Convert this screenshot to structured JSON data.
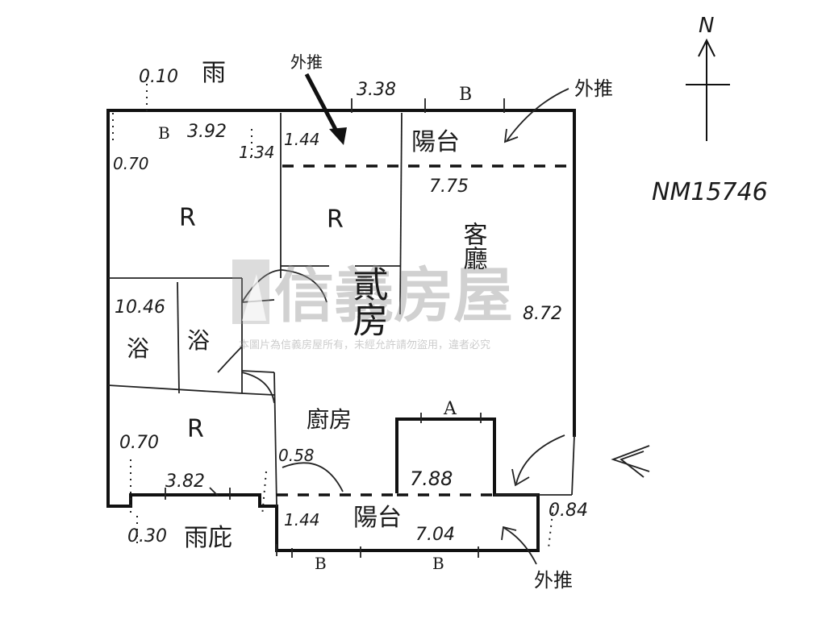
{
  "north": {
    "letter": "N"
  },
  "ref_code": "NM15746",
  "watermark": {
    "name": "信義房屋",
    "notice": "本圖片為信義房屋所有，未經允許請勿盜用，違者必究"
  },
  "top_labels": {
    "rain_shed": "雨",
    "push_out_top": "外推",
    "push_out_right": "外推",
    "push_out_bottom": "外推",
    "dim_010": "0.10",
    "dim_392": "3.92",
    "dim_338": "3.38",
    "b_top_left": "B",
    "b_top_right": "B",
    "dim_070_left": "0.70",
    "dim_134": "1.34",
    "dim_144_top": "1.44"
  },
  "rooms": {
    "room_r1": "R",
    "room_r2": "R",
    "room_r3": "R",
    "balcony_top": "陽台",
    "dim_775": "7.75",
    "living_room": "客廳",
    "dim_872": "8.72",
    "room_count_text": "貳房",
    "bath1": "浴",
    "bath2": "浴",
    "dim_1046": "10.46",
    "kitchen": "廚房",
    "a_label": "A",
    "dim_070_room": "0.70",
    "dim_058": "0.58",
    "dim_382": "3.82",
    "dim_788": "7.88"
  },
  "bottom_labels": {
    "dim_030": "0.30",
    "rain_shed_bottom": "雨庇",
    "dim_144_bottom": "1.44",
    "balcony_bottom": "陽台",
    "dim_704": "7.04",
    "dim_084": "0.84",
    "b_bottom_left": "B",
    "b_bottom_right": "B"
  }
}
